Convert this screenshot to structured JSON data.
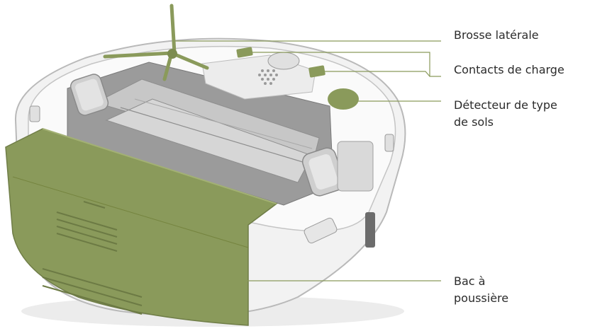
{
  "colors": {
    "accent_green": "#8a9a5b",
    "body_white": "#f4f4f4",
    "outline": "#b9b9b9",
    "dark_gray": "#6c6c6c",
    "text": "#2b2b2b"
  },
  "callouts": {
    "side_brush": {
      "label": "Brosse latérale"
    },
    "charge_contacts": {
      "label": "Contacts de charge"
    },
    "floor_sensor": {
      "line1": "Détecteur de type",
      "line2": "de sols"
    },
    "dust_bin": {
      "line1": "Bac à",
      "line2": "poussière"
    }
  }
}
